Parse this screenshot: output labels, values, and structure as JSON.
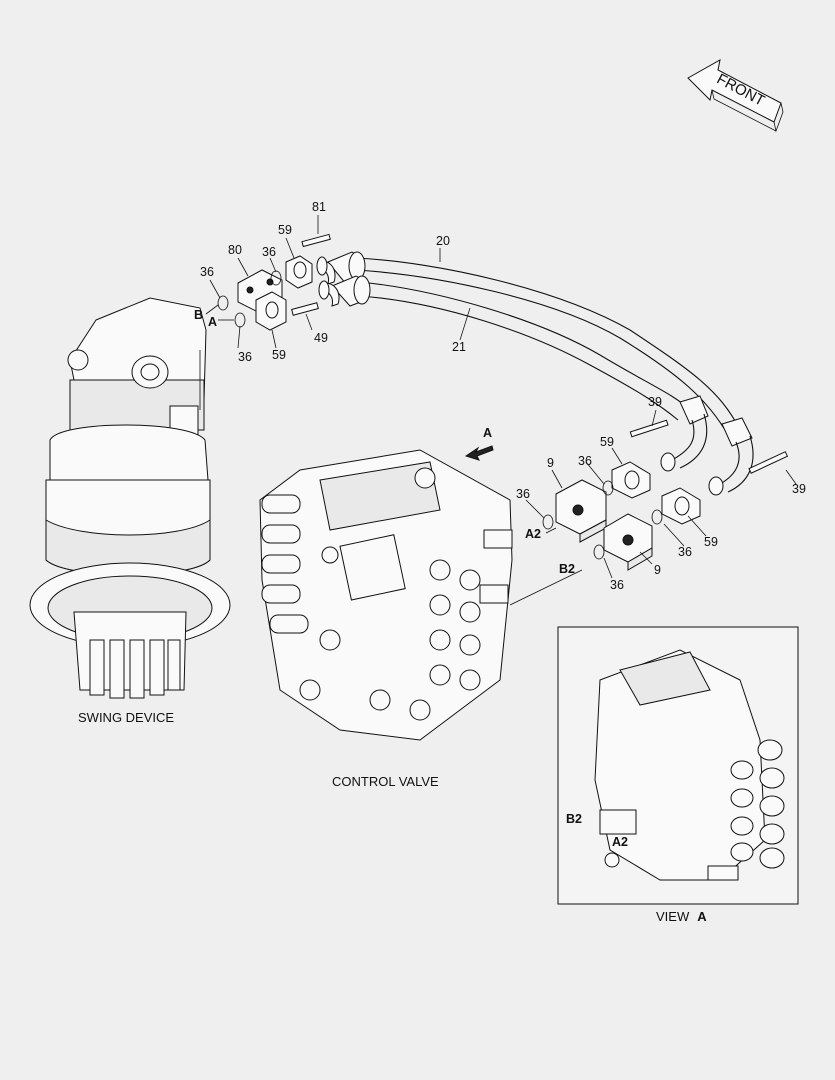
{
  "labels": {
    "front": "FRONT",
    "p81": "81",
    "p80": "80",
    "p59a": "59",
    "p36a": "36",
    "p36b": "36",
    "p36c": "36",
    "p59b": "59",
    "p49": "49",
    "p20": "20",
    "p21": "21",
    "p39a": "39",
    "p59c": "59",
    "p9a": "9",
    "p36d": "36",
    "p36e": "36",
    "p36f": "36",
    "p59d": "59",
    "p36g": "36",
    "p9b": "9",
    "p39b": "39",
    "portB": "B",
    "portA": "A",
    "portA2": "A2",
    "portB2": "B2",
    "viewArrow": "A",
    "swingDevice": "SWING DEVICE",
    "controlValve": "CONTROL VALVE",
    "viewA_prefix": "VIEW",
    "viewA_letter": "A",
    "inset_B2": "B2",
    "inset_A2": "A2"
  }
}
